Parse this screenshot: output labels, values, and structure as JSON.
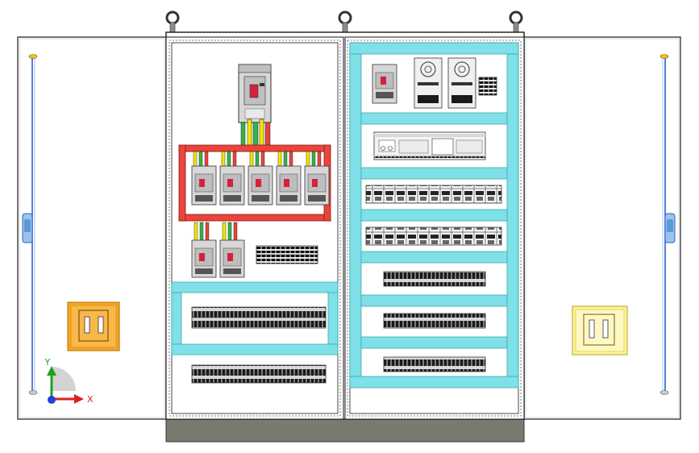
{
  "viewport": {
    "background": "#ffffff",
    "view": "front-elevation"
  },
  "cabinet": {
    "body_color": "#ffffff",
    "outline_color": "#1a1a1a",
    "plinth_color": "#7a7a70",
    "lifting_eyes": 3,
    "left_door": {
      "color": "#ffffff",
      "hinge_rod_color": "#2f5fd0",
      "handle_color": "#5b9bd5"
    },
    "right_door": {
      "color": "#ffffff",
      "hinge_rod_color": "#2f5fd0",
      "handle_color": "#5b9bd5"
    }
  },
  "pockets": {
    "left": {
      "color": "#f5a623",
      "border": "#b36b00"
    },
    "right": {
      "color": "#fbf3a6",
      "border": "#b8a600"
    }
  },
  "colors": {
    "din_rail": "#7fe0e8",
    "din_rail_border": "#3aa9b3",
    "busbar_red": "#e8453c",
    "wire_green": "#36b34a",
    "wire_yellow": "#f2e600",
    "breaker_body": "#d7d7d7",
    "breaker_dark": "#555555",
    "breaker_handle": "#d6213b"
  },
  "left_section": {
    "main_breaker": {
      "count": 1
    },
    "branch_breakers_row1": {
      "count": 5
    },
    "branch_breakers_row2": {
      "count": 2
    },
    "terminal_blocks": {
      "count": 3
    }
  },
  "right_section": {
    "small_breaker": {
      "count": 1
    },
    "power_supplies": {
      "count": 2
    },
    "plc": {
      "count": 1
    },
    "relay_rows": {
      "count": 2
    },
    "terminal_strips": {
      "count": 3
    }
  },
  "triad": {
    "x_label": "X",
    "y_label": "Y",
    "x_color": "#e02020",
    "y_color": "#20a020",
    "z_color": "#2040e0"
  }
}
